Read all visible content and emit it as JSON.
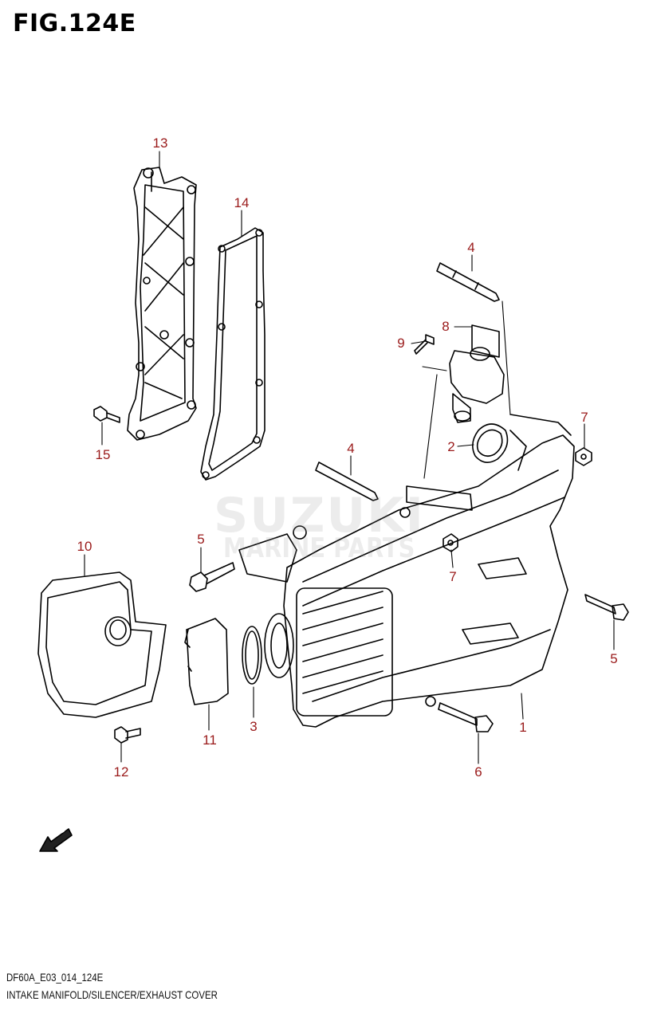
{
  "figure": {
    "title": "FIG.124E",
    "code": "DF60A_E03_014_124E",
    "caption": "INTAKE MANIFOLD/SILENCER/EXHAUST COVER"
  },
  "watermark": {
    "brand": "SUZUKI",
    "sub": "MARINE PARTS"
  },
  "fwd_marker": "FWD",
  "callouts": [
    {
      "id": "c13",
      "text": "13"
    },
    {
      "id": "c14",
      "text": "14"
    },
    {
      "id": "c15",
      "text": "15"
    },
    {
      "id": "c4a",
      "text": "4"
    },
    {
      "id": "c8",
      "text": "8"
    },
    {
      "id": "c9",
      "text": "9"
    },
    {
      "id": "c7a",
      "text": "7"
    },
    {
      "id": "c2",
      "text": "2"
    },
    {
      "id": "c4b",
      "text": "4"
    },
    {
      "id": "c10",
      "text": "10"
    },
    {
      "id": "c5a",
      "text": "5"
    },
    {
      "id": "c7b",
      "text": "7"
    },
    {
      "id": "c5b",
      "text": "5"
    },
    {
      "id": "c3",
      "text": "3"
    },
    {
      "id": "c11",
      "text": "11"
    },
    {
      "id": "c1",
      "text": "1"
    },
    {
      "id": "c12",
      "text": "12"
    },
    {
      "id": "c6",
      "text": "6"
    }
  ],
  "colors": {
    "callout": "#9a1a1a",
    "line": "#000000"
  }
}
